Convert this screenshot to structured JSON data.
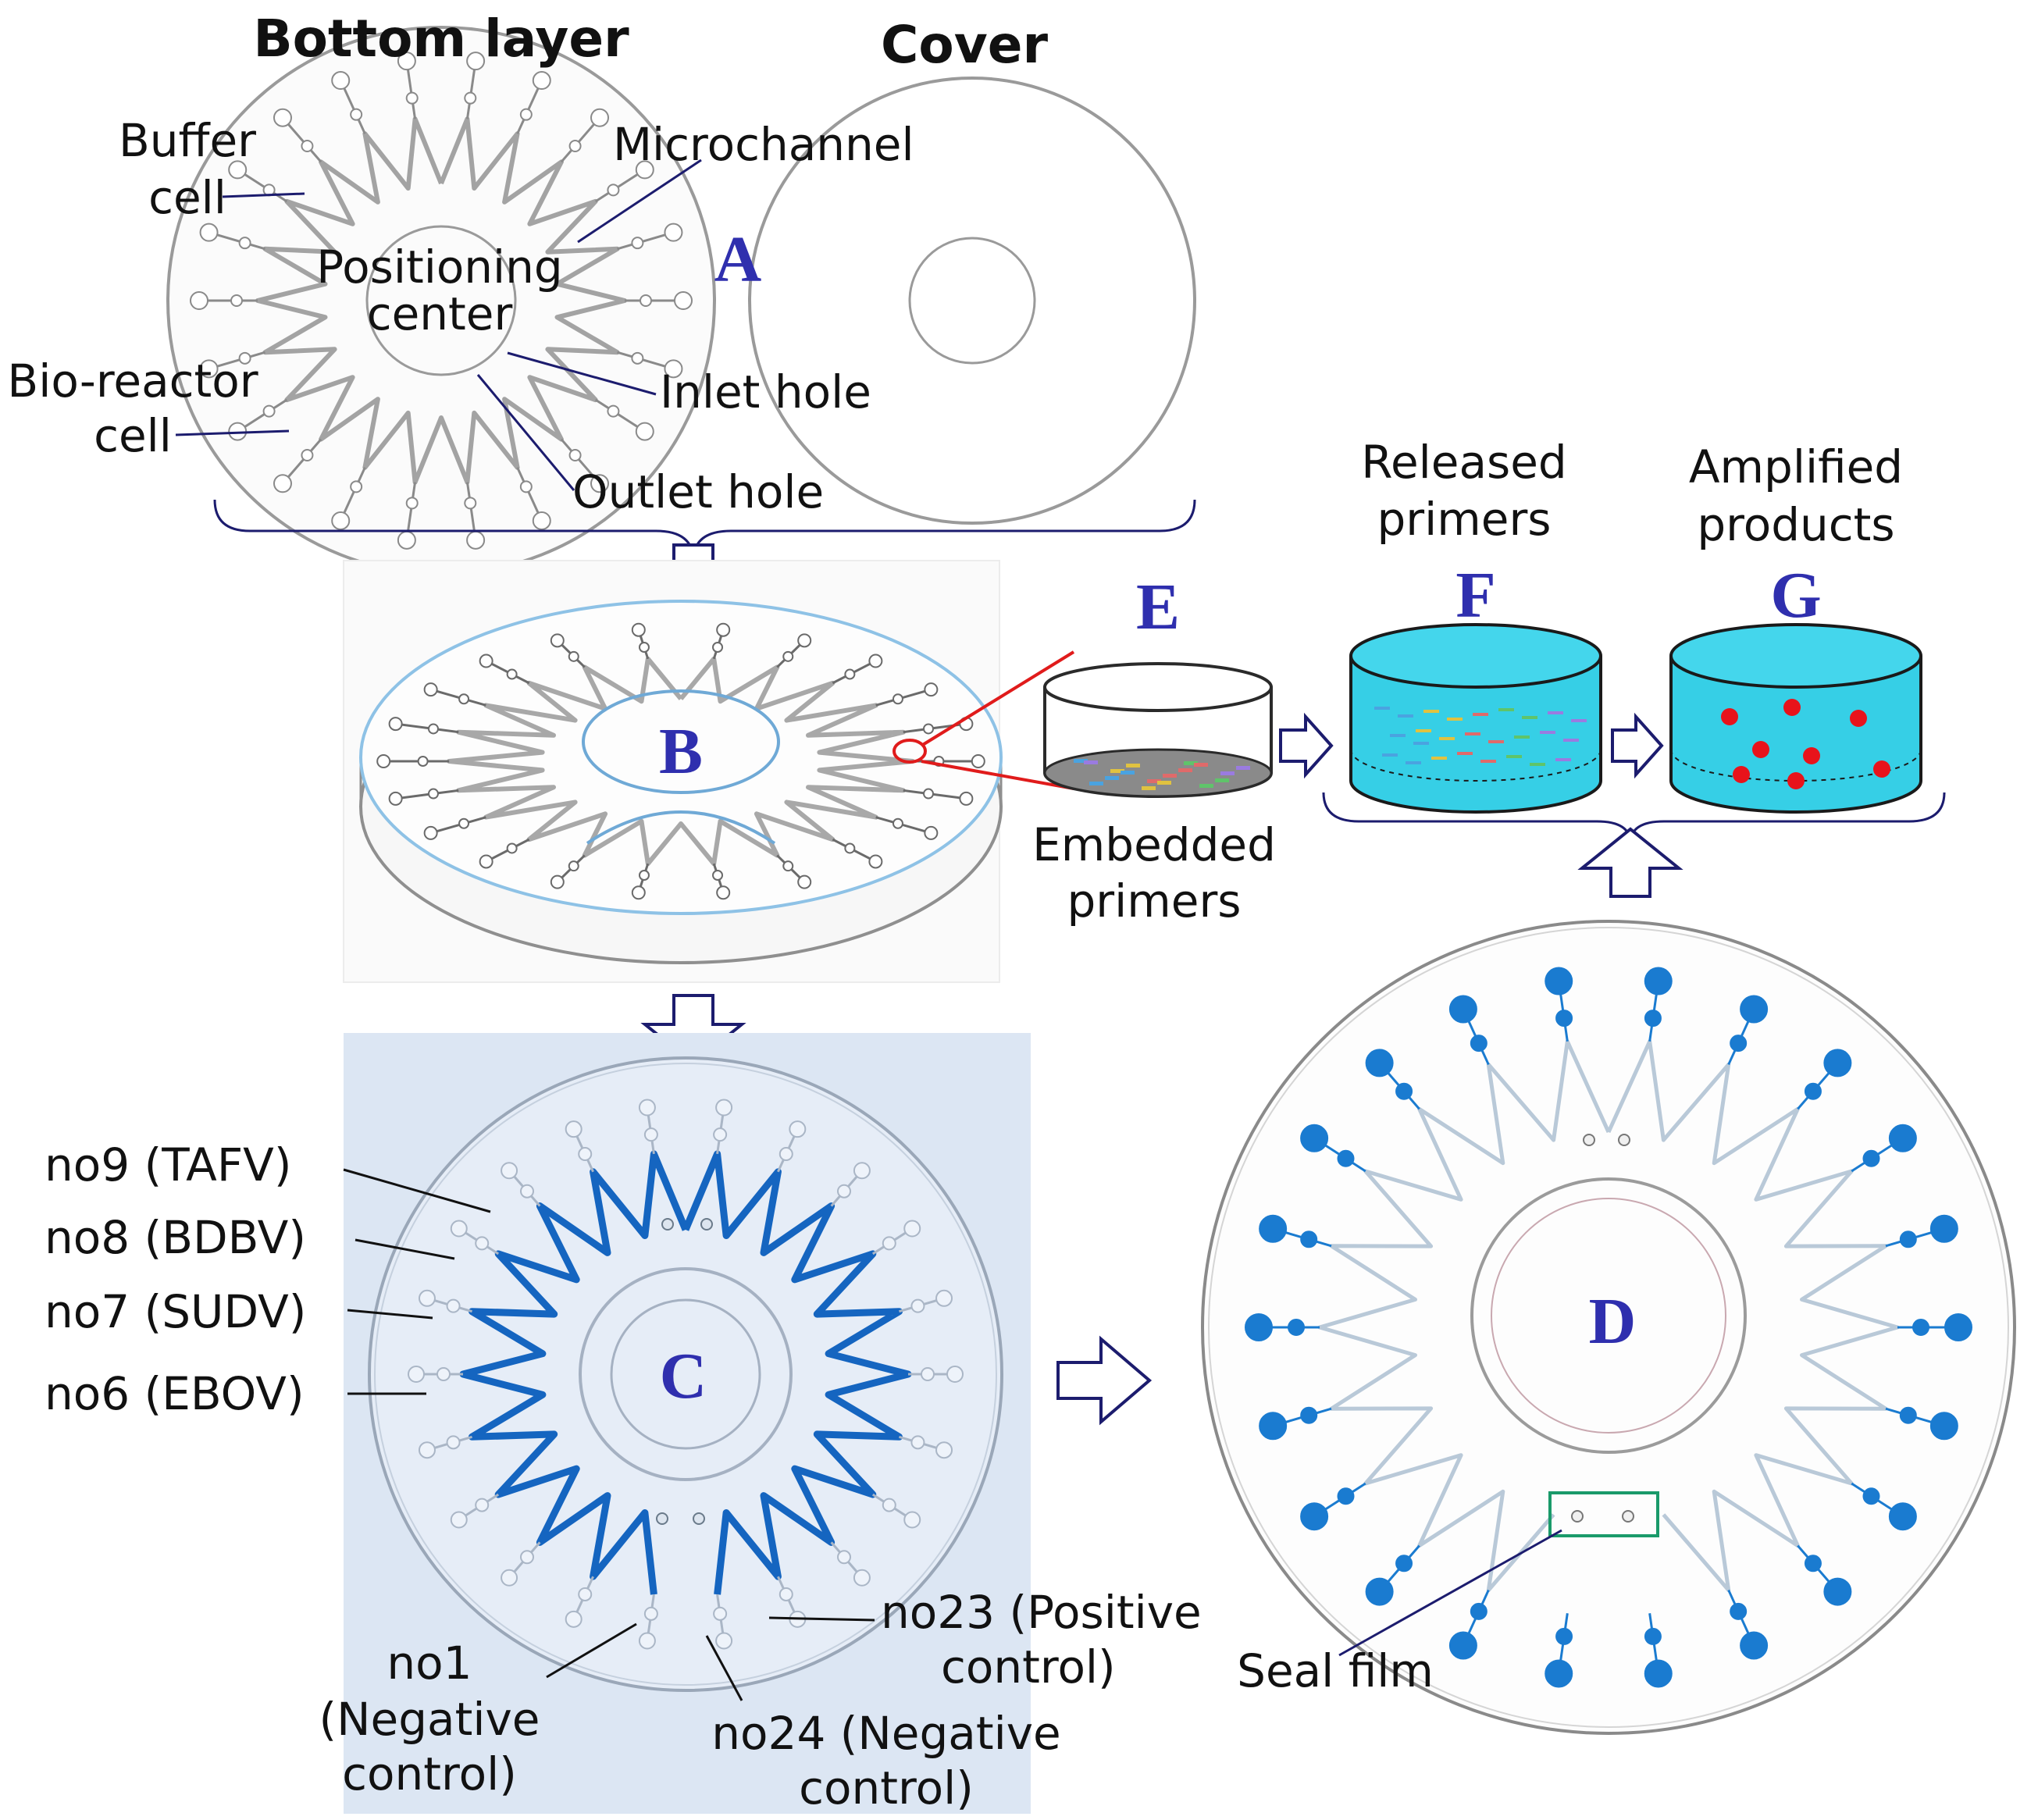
{
  "colors": {
    "panel_letter": "#2f2fae",
    "leader_line": "#1c1c6e",
    "arrow": "#1c1c6e",
    "disc_outline": "#9a9a9a",
    "dyed_channel": "#1565c0",
    "blue_fill": "#1a7bd0",
    "tube_liquid": "#36cfe6",
    "amplicon_dot": "#e8131b",
    "zoom_line": "#e01b1b",
    "seal_box": "#1a9a6a",
    "photo_background": "#dce6f3"
  },
  "panels": {
    "A": "A",
    "B": "B",
    "C": "C",
    "D": "D",
    "E": "E",
    "F": "F",
    "G": "G"
  },
  "titles": {
    "bottom_layer": "Bottom layer",
    "cover": "Cover"
  },
  "labels_a": {
    "buffer_1": "Buffer",
    "buffer_2": "cell",
    "microchannel": "Microchannel",
    "positioning_1": "Positioning",
    "positioning_2": "center",
    "bioreactor_1": "Bio-reactor",
    "bioreactor_2": "cell",
    "inlet": "Inlet hole",
    "outlet": "Outlet hole"
  },
  "labels_e": {
    "line1": "Embedded",
    "line2": "primers"
  },
  "labels_f": {
    "line1": "Released",
    "line2": "primers"
  },
  "labels_g": {
    "line1": "Amplified",
    "line2": "products"
  },
  "labels_c": {
    "no9": "no9 (TAFV)",
    "no8": "no8 (BDBV)",
    "no7": "no7 (SUDV)",
    "no6": "no6 (EBOV)",
    "no1_1": "no1",
    "no1_2": "(Negative",
    "no1_3": "control)",
    "no23_1": "no23 (Positive",
    "no23_2": "control)",
    "no24_1": "no24 (Negative",
    "no24_2": "control)"
  },
  "labels_d": {
    "seal": "Seal film"
  }
}
